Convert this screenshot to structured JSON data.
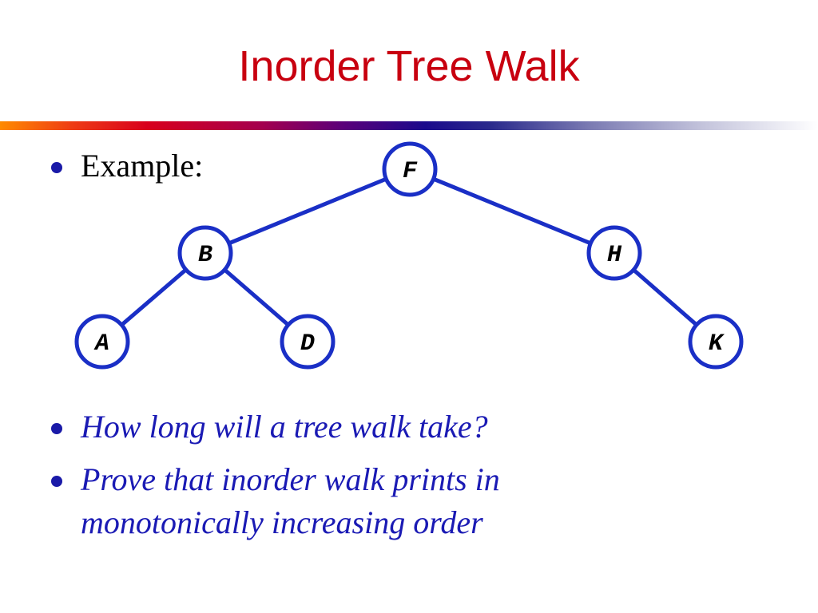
{
  "slide": {
    "title": "Inorder Tree Walk"
  },
  "bullets": {
    "example": "Example:",
    "question_1": "How long will a tree walk take?",
    "question_2_line_1": "Prove that inorder walk prints in",
    "question_2_line_2": "monotonically increasing order"
  },
  "tree": {
    "nodes": [
      {
        "id": "F",
        "label": "F"
      },
      {
        "id": "B",
        "label": "B"
      },
      {
        "id": "H",
        "label": "H"
      },
      {
        "id": "A",
        "label": "A"
      },
      {
        "id": "D",
        "label": "D"
      },
      {
        "id": "K",
        "label": "K"
      }
    ],
    "edges": [
      {
        "from": "F",
        "to": "B"
      },
      {
        "from": "F",
        "to": "H"
      },
      {
        "from": "B",
        "to": "A"
      },
      {
        "from": "B",
        "to": "D"
      },
      {
        "from": "H",
        "to": "K"
      }
    ]
  },
  "colors": {
    "title": "#c8000f",
    "bullet_dot": "#1a1aa8",
    "question_text": "#1a1ab4",
    "tree_stroke": "#1a2fc6"
  }
}
